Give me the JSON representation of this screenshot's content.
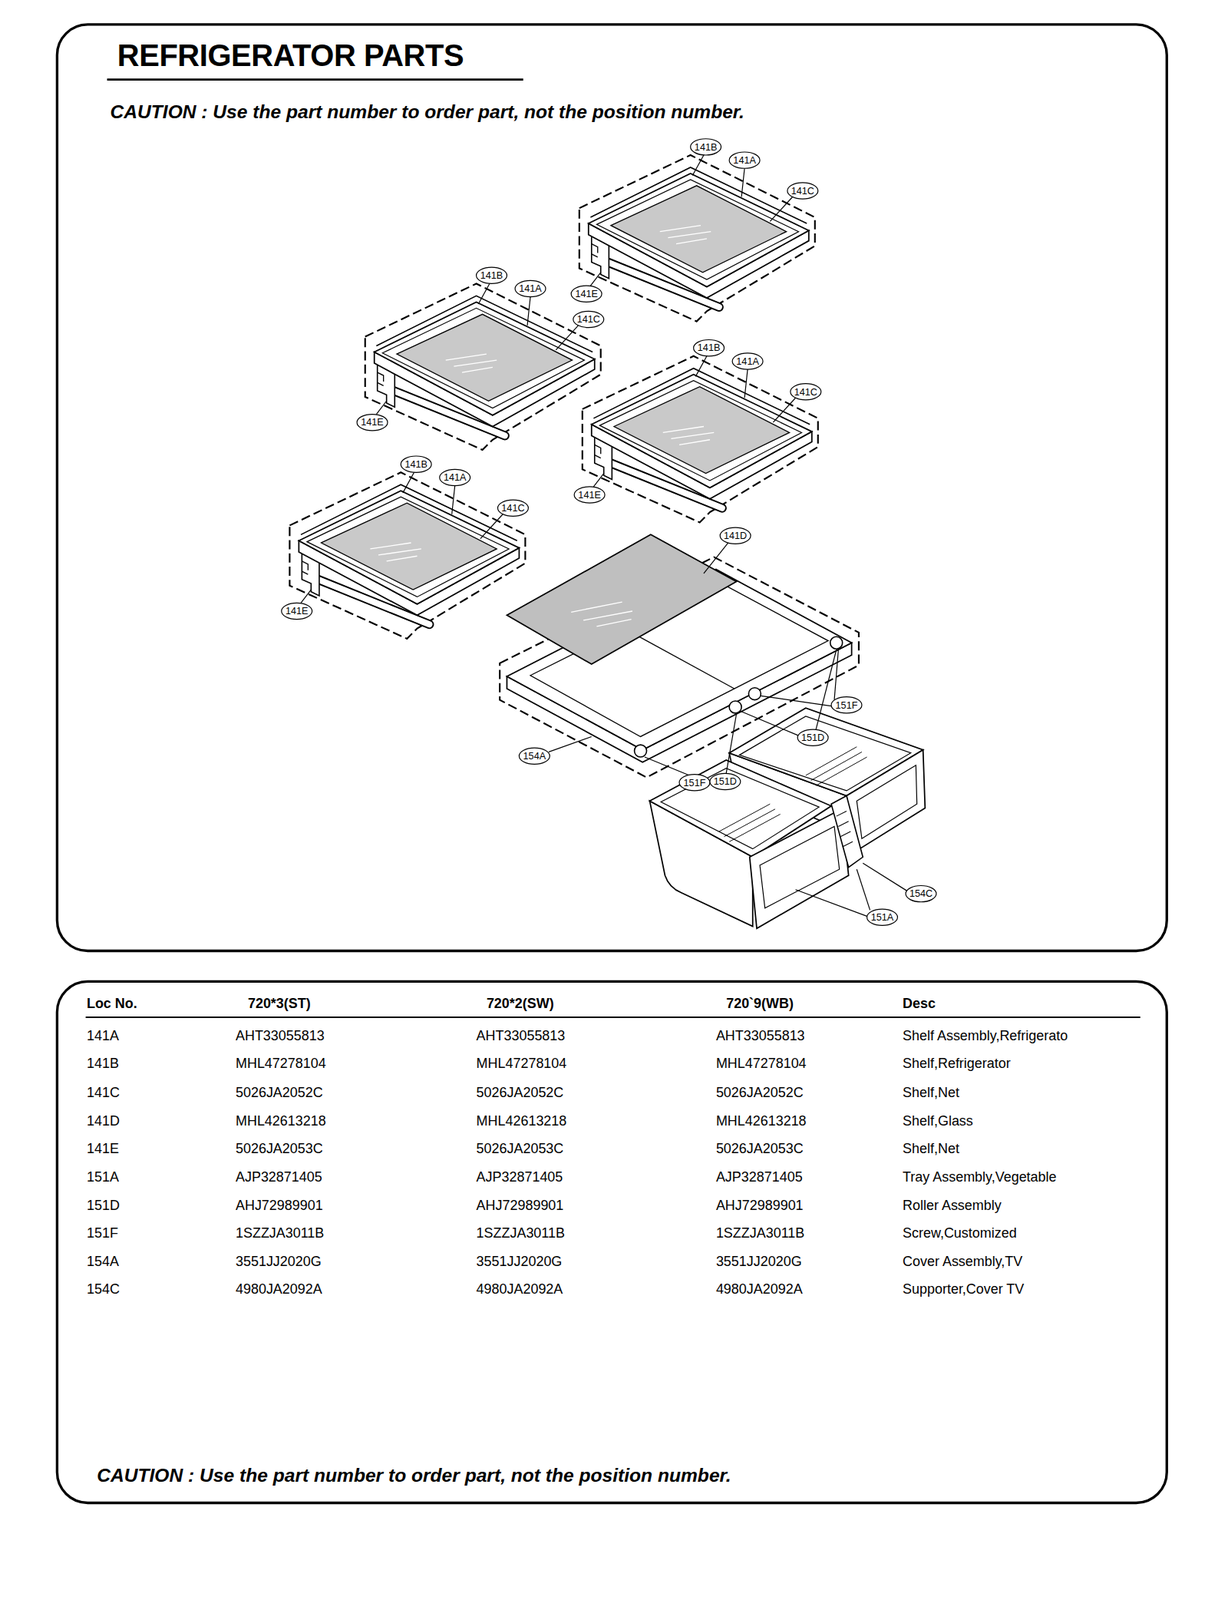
{
  "diagram": {
    "title": "REFRIGERATOR PARTS",
    "labels": [
      "CAUTION : Use the part number to order part, not the position number.",
      "141B",
      "141A",
      "141C",
      "141E",
      "141B",
      "141A",
      "141C",
      "141E",
      "141B",
      "141A",
      "141C",
      "141E",
      "141B",
      "141A",
      "141C",
      "141E",
      "141D",
      "151F",
      "151D",
      "154A",
      "151F",
      "151D",
      "154C",
      "151A",
      "Loc No.",
      "720*3(ST)",
      "720*2(SW)",
      "720`9(WB)",
      "Desc",
      "141A",
      "AHT33055813",
      "AHT33055813",
      "AHT33055813",
      "Shelf Assembly,Refrigerato",
      "141B",
      "MHL47278104",
      "MHL47278104",
      "MHL47278104",
      "Shelf,Refrigerator",
      "141C",
      "5026JA2052C",
      "5026JA2052C",
      "5026JA2052C",
      "Shelf,Net",
      "141D",
      "MHL42613218",
      "MHL42613218",
      "MHL42613218",
      "Shelf,Glass",
      "141E",
      "5026JA2053C",
      "5026JA2053C",
      "5026JA2053C",
      "Shelf,Net",
      "151A",
      "AJP32871405",
      "AJP32871405",
      "AJP32871405",
      "Tray Assembly,Vegetable",
      "151D",
      "AHJ72989901",
      "AHJ72989901",
      "AHJ72989901",
      "Roller Assembly",
      "151F",
      "1SZZJA3011B",
      "1SZZJA3011B",
      "1SZZJA3011B",
      "Screw,Customized",
      "154A",
      "3551JJ2020G",
      "3551JJ2020G",
      "3551JJ2020G",
      "Cover Assembly,TV",
      "154C",
      "4980JA2092A",
      "4980JA2092A",
      "4980JA2092A",
      "Supporter,Cover TV",
      "CAUTION : Use the part number to order part, not the position number."
    ]
  }
}
